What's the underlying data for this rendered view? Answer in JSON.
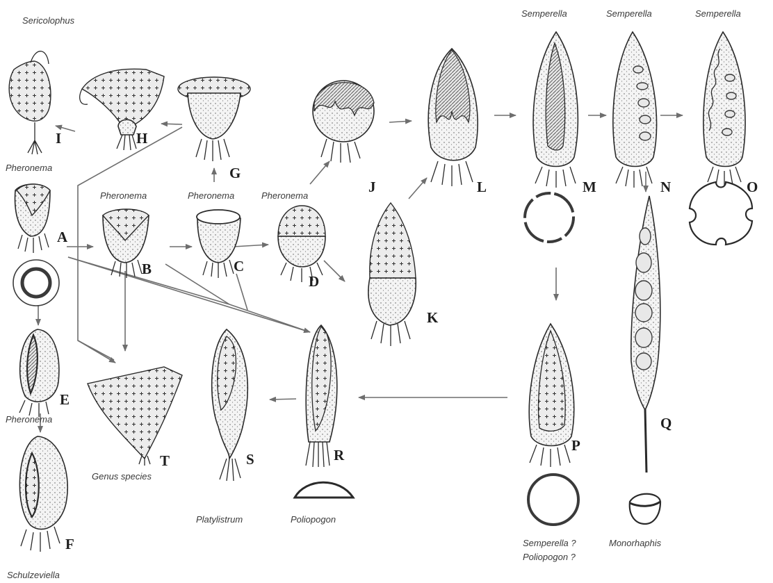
{
  "labels": {
    "sericolophus": "Sericolophus",
    "pheronema_top_left": "Pheronema",
    "pheronema_b": "Pheronema",
    "pheronema_c": "Pheronema",
    "pheronema_d": "Pheronema",
    "pheronema_e": "Pheronema",
    "semperella_m": "Semperella",
    "semperella_n": "Semperella",
    "semperella_o": "Semperella",
    "schulzeviella": "Schulzeviella",
    "genus_species": "Genus species",
    "platylistrum": "Platylistrum",
    "poliopogon": "Poliopogon",
    "semperella_q": "Semperella ?",
    "poliopogon_q": "Poliopogon ?",
    "monorhaphis": "Monorhaphis"
  },
  "letters": {
    "A": "A",
    "B": "B",
    "C": "C",
    "D": "D",
    "E": "E",
    "F": "F",
    "G": "G",
    "H": "H",
    "I": "I",
    "J": "J",
    "K": "K",
    "L": "L",
    "M": "M",
    "N": "N",
    "O": "O",
    "P": "P",
    "Q": "Q",
    "R": "R",
    "S": "S",
    "T": "T"
  }
}
